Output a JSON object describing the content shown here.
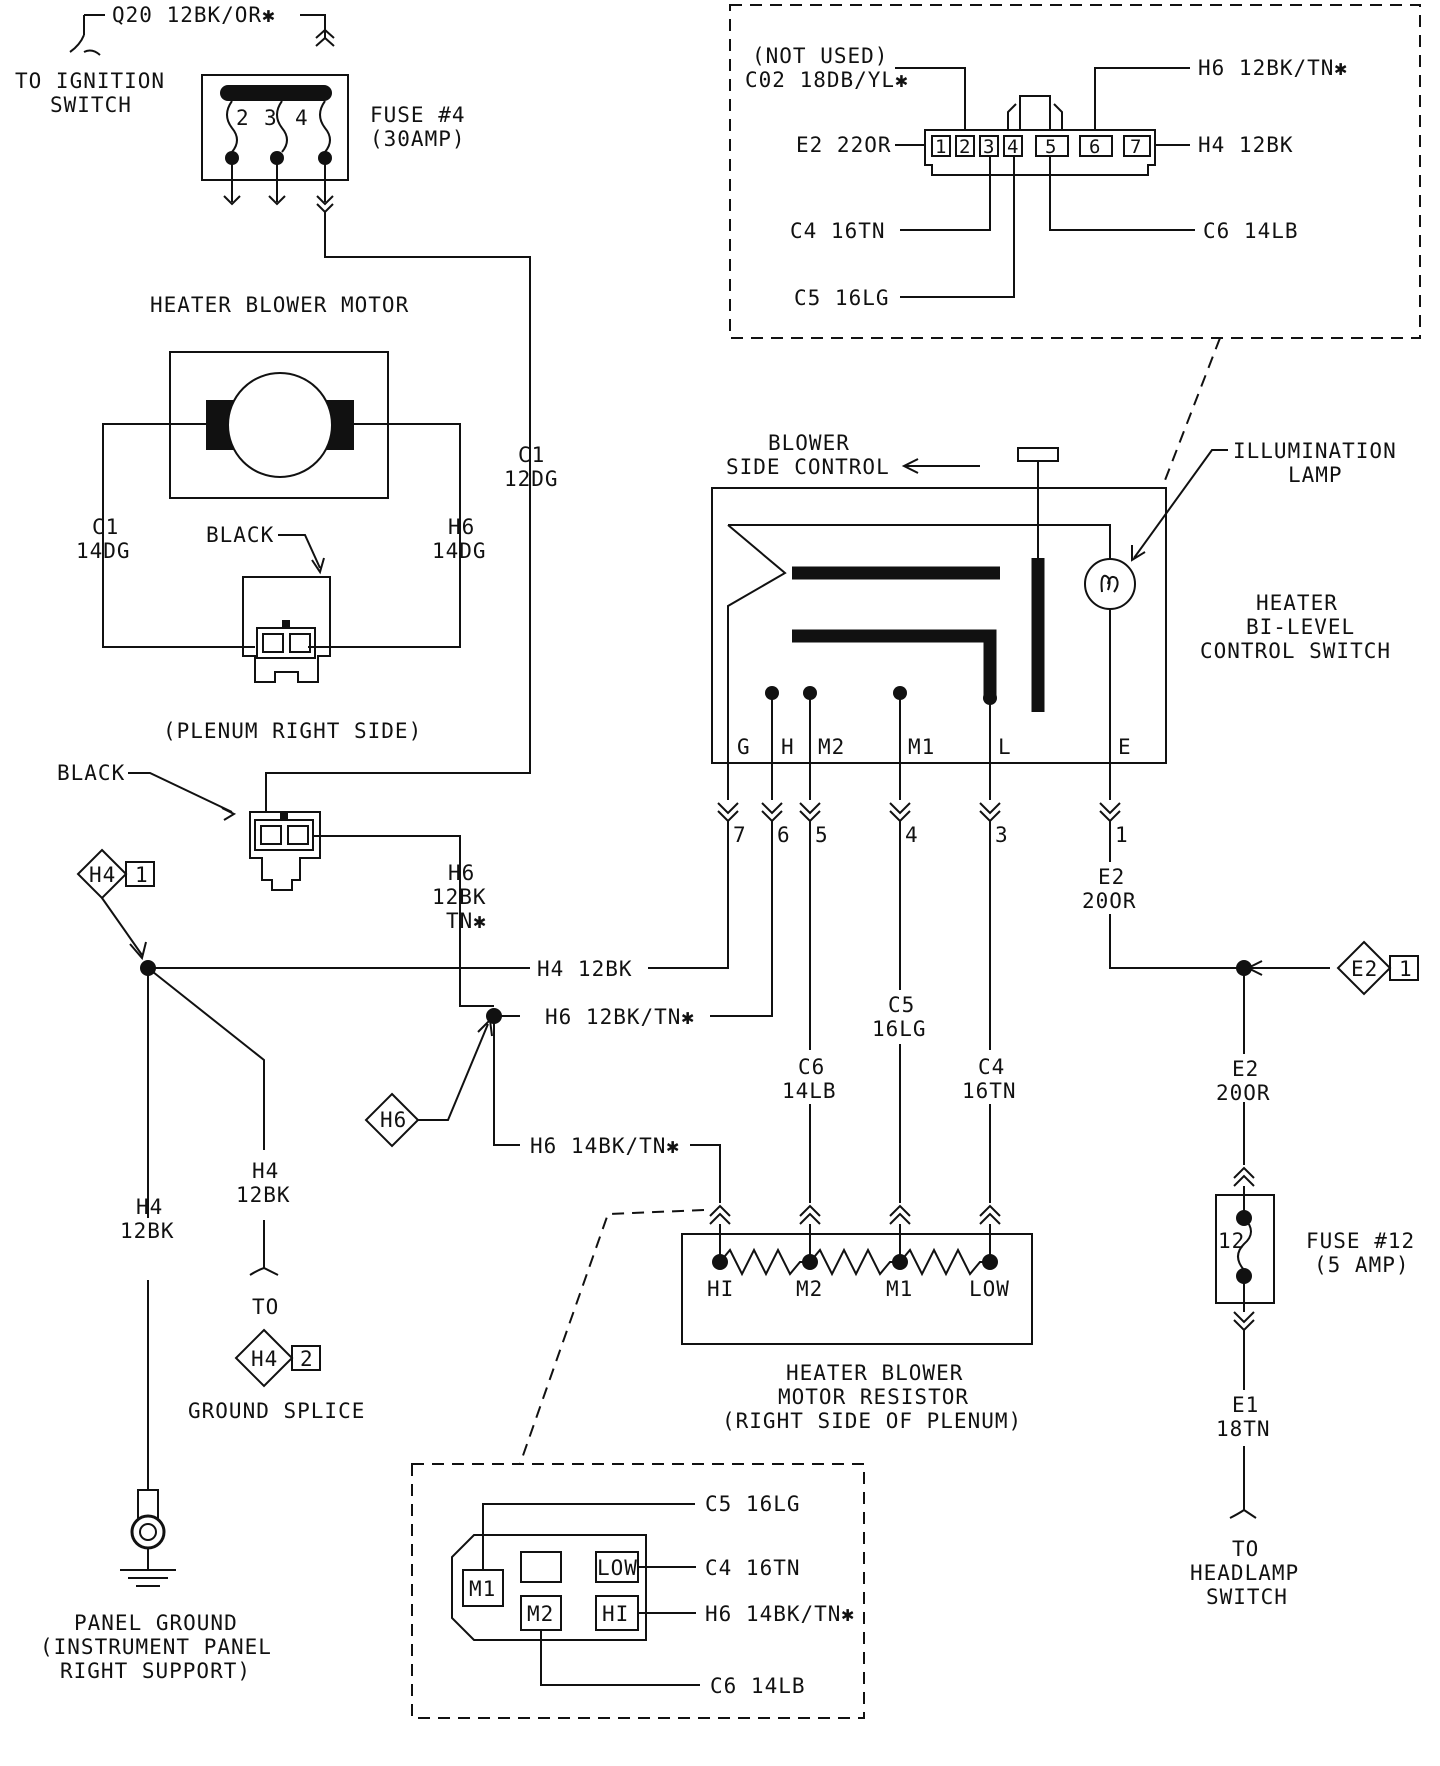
{
  "top_left": {
    "wire_q20": "Q20 12BK/OR✱",
    "ignition_label": [
      "TO IGNITION",
      "SWITCH"
    ],
    "fuse4_label": [
      "FUSE #4",
      "(30AMP)"
    ],
    "fuse4_pins": [
      "2",
      "3",
      "4"
    ]
  },
  "blower_motor": {
    "title": "HEATER BLOWER MOTOR",
    "wire_c1_vertical": [
      "C1",
      "12DG"
    ],
    "wire_c1_left": [
      "C1",
      "14DG"
    ],
    "wire_h6_right": [
      "H6",
      "14DG"
    ],
    "connector_color": "BLACK",
    "location": "(PLENUM RIGHT SIDE)"
  },
  "lower_connector": {
    "color": "BLACK",
    "wire_h6": [
      "H6",
      "12BK",
      "TN✱"
    ]
  },
  "switch_inset": {
    "not_used": [
      "(NOT USED)",
      "C02 18DB/YL✱"
    ],
    "left_wire": "E2 22OR",
    "pins": [
      "1",
      "2",
      "3",
      "4",
      "5",
      "6",
      "7"
    ],
    "right_wires": [
      "H6 12BK/TN✱",
      "H4 12BK",
      "C6 14LB"
    ],
    "bottom_wires": [
      "C4 16TN",
      "C5 16LG"
    ]
  },
  "control_switch": {
    "top_label": [
      "BLOWER",
      "SIDE CONTROL"
    ],
    "title": [
      "HEATER",
      "BI-LEVEL",
      "CONTROL SWITCH"
    ],
    "lamp_label": [
      "ILLUMINATION",
      "LAMP"
    ],
    "terminals": [
      "G",
      "H",
      "M2",
      "M1",
      "L",
      "E"
    ],
    "connector_numbers": [
      "7",
      "6",
      "5",
      "4",
      "3",
      "1"
    ]
  },
  "harness": {
    "h4_bus": "H4 12BK",
    "h6_bus": "H6 12BK/TN✱",
    "h6_lower": "H6 14BK/TN✱",
    "c6": [
      "C6",
      "14LB"
    ],
    "c5": [
      "C5",
      "16LG"
    ],
    "c4": [
      "C4",
      "16TN"
    ],
    "e2_top": [
      "E2",
      "20OR"
    ],
    "e2_bottom": [
      "E2",
      "20OR"
    ],
    "e1": [
      "E1",
      "18TN"
    ]
  },
  "splices": {
    "h4_1": [
      "H4",
      "1"
    ],
    "h6": "H6",
    "h4_2": [
      "H4",
      "2"
    ],
    "e2_1": [
      "E2",
      "1"
    ]
  },
  "ground": {
    "h4_branch": [
      "H4",
      "12BK"
    ],
    "h4_main": [
      "H4",
      "12BK"
    ],
    "to_label": "TO",
    "splice_label": "GROUND SPLICE",
    "panel_ground": [
      "PANEL GROUND",
      "(INSTRUMENT PANEL",
      "RIGHT SUPPORT)"
    ]
  },
  "resistor": {
    "terminals": [
      "HI",
      "M2",
      "M1",
      "LOW"
    ],
    "title": [
      "HEATER BLOWER",
      "MOTOR RESISTOR",
      "(RIGHT SIDE OF PLENUM)"
    ]
  },
  "fuse12": {
    "number": "12",
    "label": [
      "FUSE #12",
      "(5 AMP)"
    ],
    "to_label": [
      "TO",
      "HEADLAMP",
      "SWITCH"
    ]
  },
  "resistor_inset": {
    "slots": [
      "M1",
      "M2",
      "LOW",
      "HI"
    ],
    "wires": [
      "C5 16LG",
      "C4 16TN",
      "H6 14BK/TN✱",
      "C6 14LB"
    ]
  },
  "colors": {
    "ink": "#111111",
    "paper": "#ffffff"
  }
}
